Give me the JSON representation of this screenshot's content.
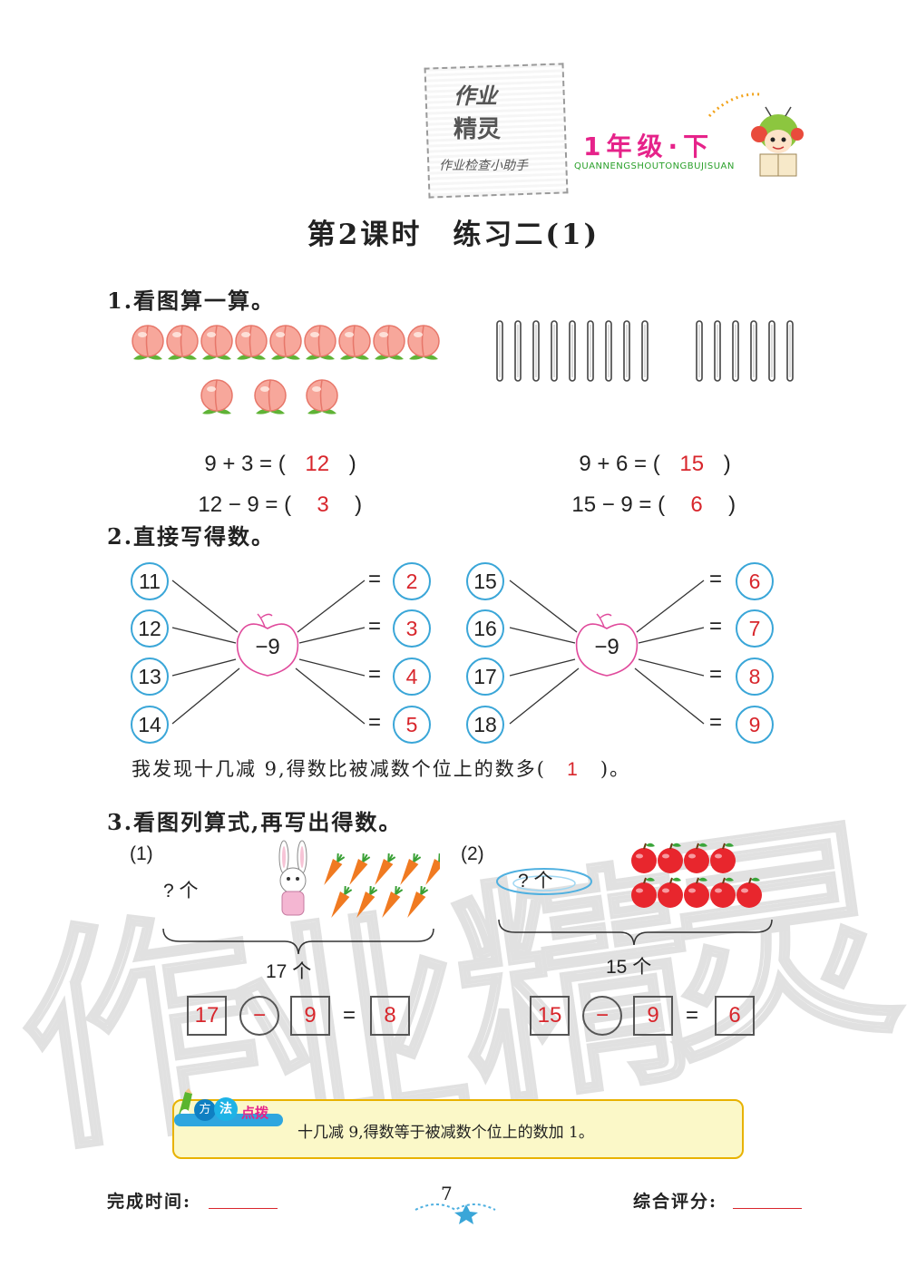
{
  "header": {
    "stamp_line1": "作业",
    "stamp_line2": "精灵",
    "stamp_line3": "作业检查小助手",
    "grade": "1年级·下",
    "grade_pinyin": "QUANNENGSHOUTONGBUJISUAN"
  },
  "lesson_title": "第2课时　练习二(1)",
  "q1": {
    "title": "1.看图算一算。",
    "equations": [
      {
        "expr": "9 + 3 = (",
        "answer": "12",
        "close": ")"
      },
      {
        "expr": "12 − 9 = (",
        "answer": "3",
        "close": ")"
      },
      {
        "expr": "9 + 6 = (",
        "answer": "15",
        "close": ")"
      },
      {
        "expr": "15 − 9 = (",
        "answer": "6",
        "close": ")"
      }
    ]
  },
  "q2": {
    "title": "2.直接写得数。",
    "left": {
      "minuends": [
        "11",
        "12",
        "13",
        "14"
      ],
      "operator": "−9",
      "results": [
        "2",
        "3",
        "4",
        "5"
      ]
    },
    "right": {
      "minuends": [
        "15",
        "16",
        "17",
        "18"
      ],
      "operator": "−9",
      "results": [
        "6",
        "7",
        "8",
        "9"
      ]
    },
    "equals": "=",
    "finding_text": "我发现十几减 9,得数比被减数个位上的数多(",
    "finding_answer": "1",
    "finding_close": ")。"
  },
  "q3": {
    "title": "3.看图列算式,再写出得数。",
    "part1": {
      "label": "(1)",
      "unknown": "? 个",
      "total": "17 个",
      "a": "17",
      "op": "−",
      "b": "9",
      "eq": "=",
      "result": "8"
    },
    "part2": {
      "label": "(2)",
      "unknown": "? 个",
      "total": "15 个",
      "a": "15",
      "op": "−",
      "b": "9",
      "eq": "=",
      "result": "6"
    }
  },
  "tip": {
    "badge_1": "方",
    "badge_2": "法",
    "badge_3": "点拨",
    "text": "十几减 9,得数等于被减数个位上的数加 1。"
  },
  "footer": {
    "time_label": "完成时间:",
    "page_number": "7",
    "score_label": "综合评分:"
  },
  "watermark": [
    "作",
    "业",
    "精",
    "灵"
  ]
}
